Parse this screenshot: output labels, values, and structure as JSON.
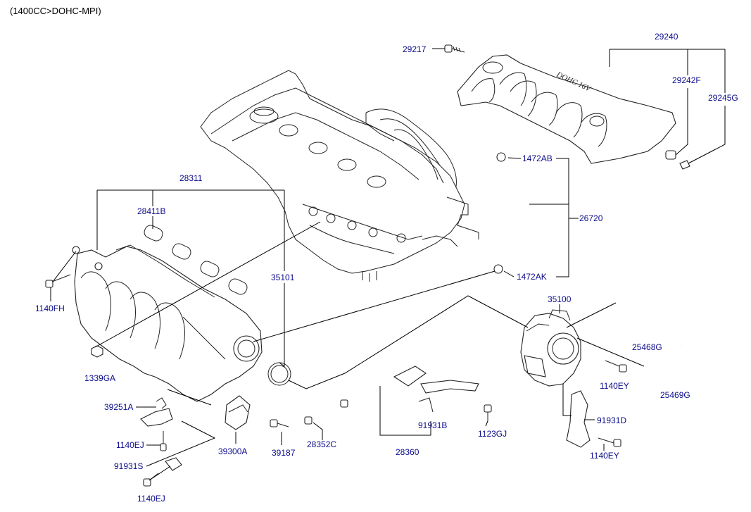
{
  "header": {
    "title": "(1400CC>DOHC-MPI)"
  },
  "labels": {
    "l29217": "29217",
    "l29240": "29240",
    "l29242F": "29242F",
    "l29245G": "29245G",
    "l1472AB": "1472AB",
    "l26720": "26720",
    "l1472AK": "1472AK",
    "l28311": "28311",
    "l28411B": "28411B",
    "l35101": "35101",
    "l1140FH": "1140FH",
    "l1339GA": "1339GA",
    "l35100": "35100",
    "l25468G": "25468G",
    "l1140EY_a": "1140EY",
    "l25469G": "25469G",
    "l39251A": "39251A",
    "l1140EJ_a": "1140EJ",
    "l91931S": "91931S",
    "l1140EJ_b": "1140EJ",
    "l39300A": "39300A",
    "l39187": "39187",
    "l28352C": "28352C",
    "l28360": "28360",
    "l91931B": "91931B",
    "l1123GJ": "1123GJ",
    "l91931D": "91931D",
    "l1140EY_b": "1140EY"
  },
  "cover_text": "DOHC 16V",
  "colors": {
    "label": "#0b0b8c",
    "line": "#000000"
  }
}
